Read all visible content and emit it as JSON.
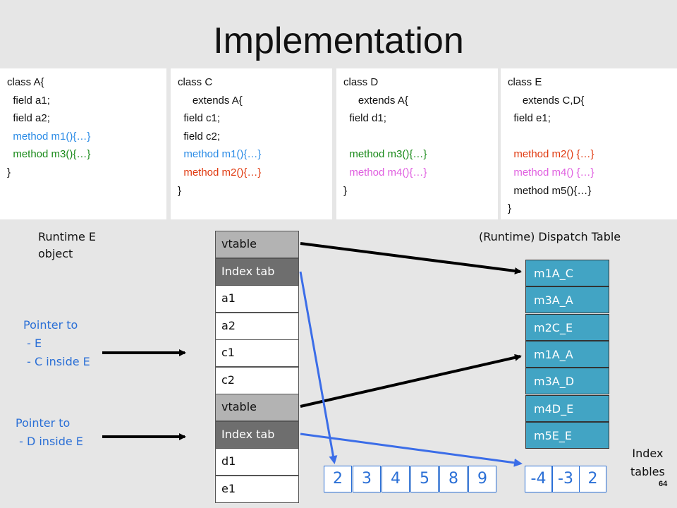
{
  "title": "Implementation",
  "classes": [
    {
      "lines": [
        {
          "text": "class A{",
          "color": "#111111"
        },
        {
          "text": "  field a1;",
          "color": "#111111"
        },
        {
          "text": "  field a2;",
          "color": "#111111"
        },
        {
          "text": "  method m1(){…}",
          "color": "#2a8be6"
        },
        {
          "text": "  method m3(){…}",
          "color": "#1a8a1a"
        },
        {
          "text": "}",
          "color": "#111111"
        }
      ]
    },
    {
      "lines": [
        {
          "text": "class C",
          "color": "#111111"
        },
        {
          "text": "     extends A{",
          "color": "#111111"
        },
        {
          "text": "  field c1;",
          "color": "#111111"
        },
        {
          "text": "  field c2;",
          "color": "#111111"
        },
        {
          "text": "  method m1(){…}",
          "color": "#2a8be6"
        },
        {
          "text": "  method m2(){…}",
          "color": "#e03a10"
        },
        {
          "text": "}",
          "color": "#111111"
        }
      ]
    },
    {
      "lines": [
        {
          "text": "class D",
          "color": "#111111"
        },
        {
          "text": "     extends A{",
          "color": "#111111"
        },
        {
          "text": "  field d1;",
          "color": "#111111"
        },
        {
          "text": "",
          "color": "#111111"
        },
        {
          "text": "  method m3(){…}",
          "color": "#1a8a1a"
        },
        {
          "text": "  method m4(){…}",
          "color": "#e060e0"
        },
        {
          "text": "}",
          "color": "#111111"
        }
      ]
    },
    {
      "lines": [
        {
          "text": "class E",
          "color": "#111111"
        },
        {
          "text": "     extends C,D{",
          "color": "#111111"
        },
        {
          "text": "  field e1;",
          "color": "#111111"
        },
        {
          "text": "",
          "color": "#111111"
        },
        {
          "text": "  method m2() {…}",
          "color": "#e03a10"
        },
        {
          "text": "  method m4() {…}",
          "color": "#e060e0"
        },
        {
          "text": "  method m5(){…}",
          "color": "#111111"
        },
        {
          "text": "}",
          "color": "#111111"
        }
      ]
    }
  ],
  "labels": {
    "runtime_line1": "Runtime E",
    "runtime_line2": "object",
    "dispatch": "(Runtime) Dispatch Table",
    "ptr1_line1": "Pointer to",
    "ptr1_line2": " - E",
    "ptr1_line3": " - C inside E",
    "ptr2_line1": "Pointer to",
    "ptr2_line2": " - D inside E",
    "index_line1": "Index",
    "index_line2": "tables",
    "page": "64"
  },
  "object_cells": [
    "vtable",
    "Index tab",
    "a1",
    "a2",
    "c1",
    "c2",
    "vtable",
    "Index tab",
    "d1",
    "e1"
  ],
  "dispatch_entries": [
    "m1A_C",
    "m3A_A",
    "m2C_E",
    "m1A_A",
    "m3A_D",
    "m4D_E",
    "m5E_E"
  ],
  "index_table_1": [
    "2",
    "3",
    "4",
    "5",
    "8",
    "9"
  ],
  "index_table_2": [
    "-4",
    "-3",
    "2"
  ],
  "colors": {
    "background": "#e6e6e6",
    "dispatch": "#42a4c4",
    "index_arrow": "#3b6de8",
    "vtable": "#b3b3b3",
    "index_tab": "#6e6e6e"
  }
}
